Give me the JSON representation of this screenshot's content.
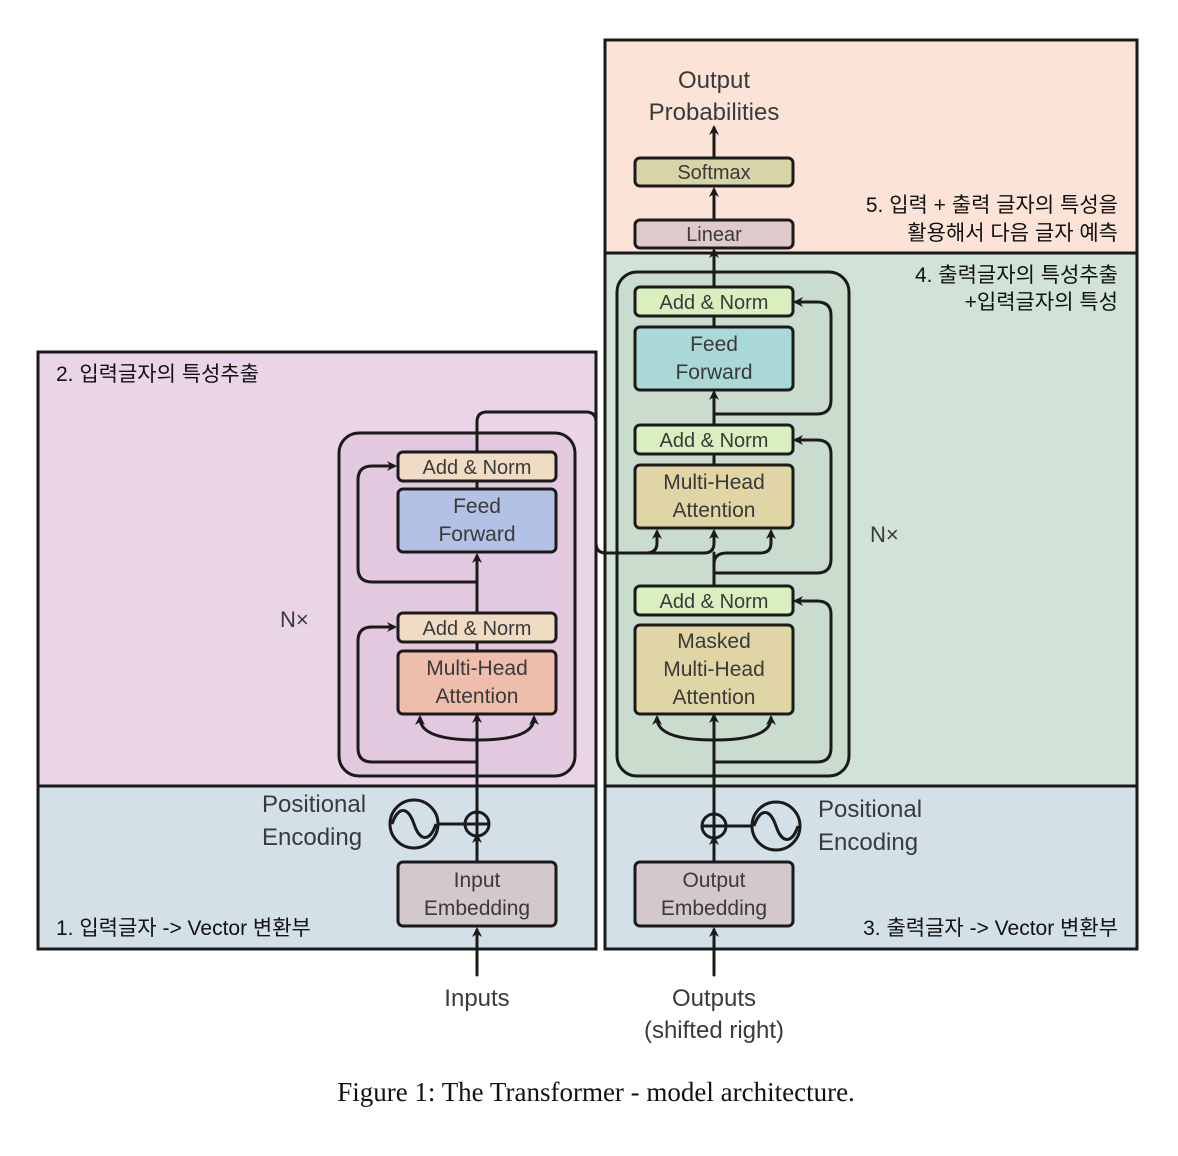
{
  "colors": {
    "section_embed": "#d3e0e8",
    "section_encoder": "#ead4e8",
    "section_decoder": "#d1e3d6",
    "section_output": "#fbe3d8",
    "nx_block_encoder": "#e2c9e0",
    "nx_block_decoder": "#c9dccd",
    "add_norm": "#f0dcc4",
    "add_norm_decoder": "#d9efc0",
    "feed_forward_encoder": "#b3c1e6",
    "feed_forward_decoder": "#a9d8d6",
    "multi_head_encoder": "#efbdac",
    "multi_head_decoder": "#e0d5a4",
    "embedding": "#d3c9cc",
    "softmax": "#d9d4a8",
    "linear": "#e0c9cc"
  },
  "sections": {
    "s1": "1. 입력글자 -> Vector 변환부",
    "s2": "2. 입력글자의 특성추출",
    "s3": "3. 출력글자 -> Vector 변환부",
    "s4_line1": "4. 출력글자의 특성추출",
    "s4_line2": "+입력글자의 특성",
    "s5_line1": "5. 입력 + 출력 글자의 특성을",
    "s5_line2": "활용해서 다음 글자 예측"
  },
  "encoder": {
    "add_norm_top": "Add & Norm",
    "feed_forward_1": "Feed",
    "feed_forward_2": "Forward",
    "add_norm_bottom": "Add & Norm",
    "multi_head_1": "Multi-Head",
    "multi_head_2": "Attention",
    "nx": "N×",
    "embedding_1": "Input",
    "embedding_2": "Embedding",
    "pos_enc_1": "Positional",
    "pos_enc_2": "Encoding",
    "input_label": "Inputs"
  },
  "decoder": {
    "add_norm_top": "Add & Norm",
    "feed_forward_1": "Feed",
    "feed_forward_2": "Forward",
    "add_norm_mid": "Add & Norm",
    "multi_head_1": "Multi-Head",
    "multi_head_2": "Attention",
    "add_norm_bottom": "Add & Norm",
    "masked_1": "Masked",
    "masked_2": "Multi-Head",
    "masked_3": "Attention",
    "nx": "N×",
    "embedding_1": "Output",
    "embedding_2": "Embedding",
    "pos_enc_1": "Positional",
    "pos_enc_2": "Encoding",
    "output_label_1": "Outputs",
    "output_label_2": "(shifted right)"
  },
  "head": {
    "linear": "Linear",
    "softmax": "Softmax",
    "output_1": "Output",
    "output_2": "Probabilities"
  },
  "caption": "Figure 1: The Transformer - model architecture."
}
